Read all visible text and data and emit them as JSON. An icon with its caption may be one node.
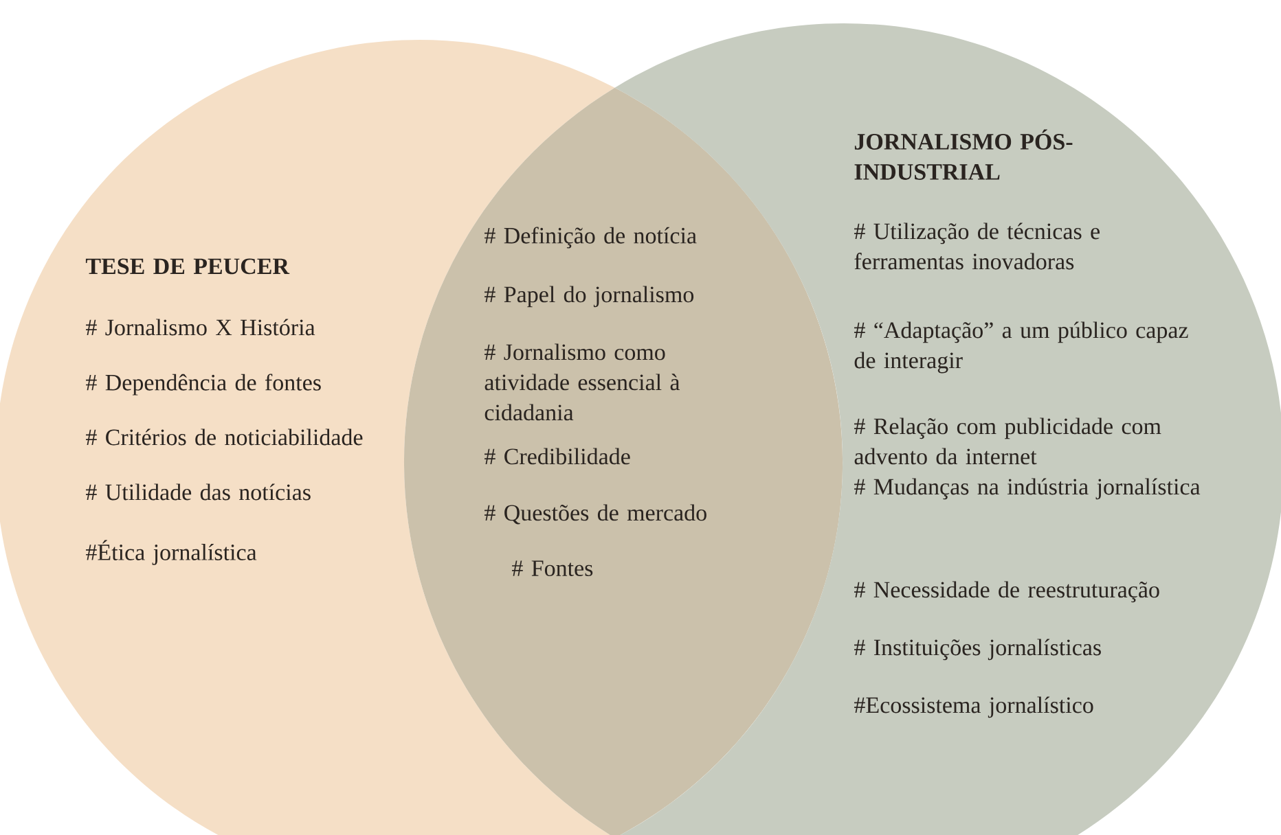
{
  "diagram": {
    "nodes": [
      {
        "text": [
          "TESE DE PEUCER",
          "# Jornalismo X História",
          "# Dependência de fontes",
          "# Critérios de noticiabilidade",
          "# Utilidade das notícias",
          "#Ética jornalística"
        ]
      },
      {
        "text": [
          "# Definição de notícia",
          "# Papel do jornalismo",
          "# Jornalismo como atividade essencial à cidadania",
          "# Credibilidade",
          "# Questões de mercado",
          "# Fontes"
        ]
      },
      {
        "text": [
          "JORNALISMO PÓS-INDUSTRIAL",
          "# Utilização de técnicas e ferramentas inovadoras",
          "# “Adaptação” a um público capaz de interagir",
          "# Relação com publicidade com advento da internet",
          "# Mudanças na indústria jornalística",
          "# Necessidade de reestruturação",
          "# Instituições jornalísticas",
          "#Ecossistema jornalístico"
        ]
      }
    ]
  }
}
